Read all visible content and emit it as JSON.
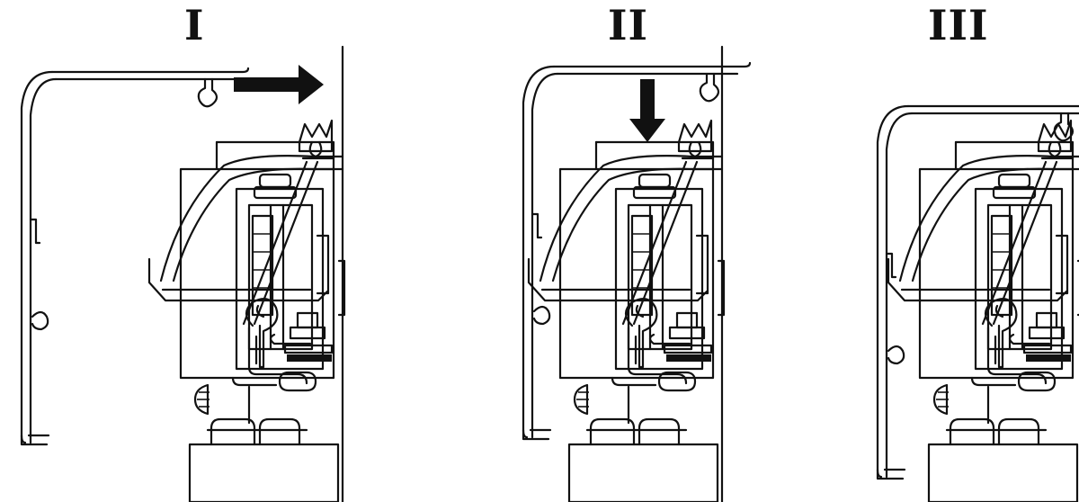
{
  "steps": [
    {
      "label": "I",
      "arrow": "right-arrow"
    },
    {
      "label": "II",
      "arrow": "down-arrow"
    },
    {
      "label": "III",
      "arrow": ""
    }
  ]
}
